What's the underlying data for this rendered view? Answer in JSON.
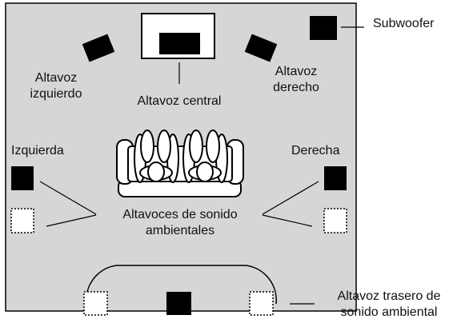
{
  "colors": {
    "room_fill": "#d6d6d6",
    "room_border": "#000000",
    "speaker": "#000000",
    "optional_speaker_fill": "#ffffff",
    "screen_fill": "#ffffff"
  },
  "labels": {
    "subwoofer": "Subwoofer",
    "front_left": [
      "Altavoz",
      "izquierdo"
    ],
    "center": "Altavoz central",
    "front_right": [
      "Altavoz",
      "derecho"
    ],
    "left": "Izquierda",
    "right": "Derecha",
    "surround": [
      "Altavoces de sonido",
      "ambientales"
    ],
    "rear_surround": [
      "Altavoz trasero de",
      "sonido ambiental"
    ]
  }
}
